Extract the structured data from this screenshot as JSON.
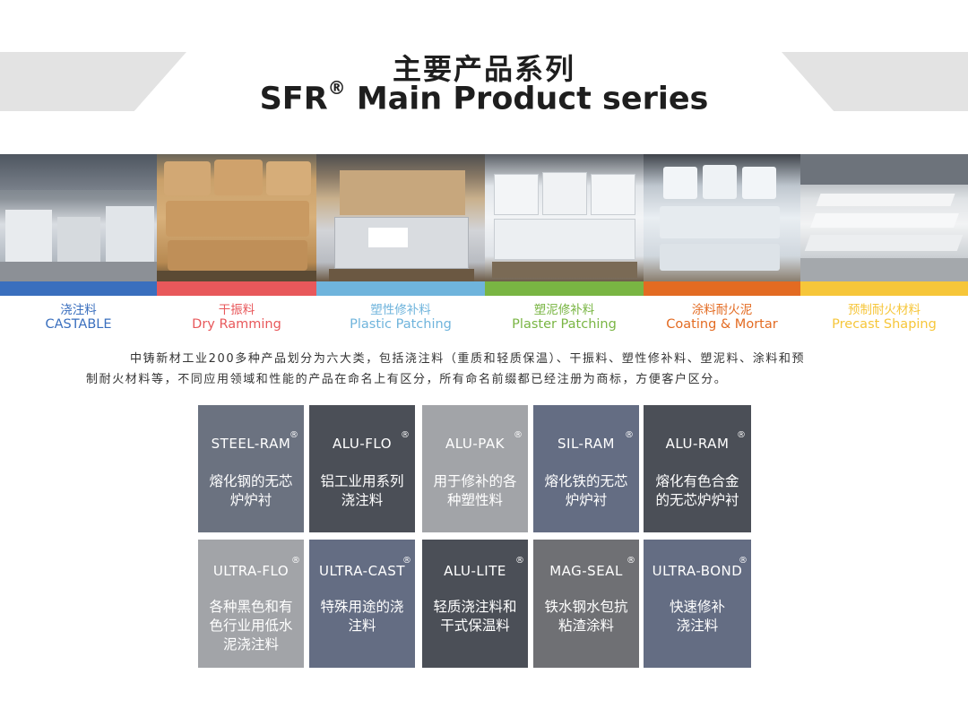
{
  "header": {
    "title_cn": "主要产品系列",
    "title_en_brand": "SFR",
    "title_en_reg": "®",
    "title_en_rest": " Main Product series"
  },
  "categories": [
    {
      "cn": "浇注料",
      "en": "CASTABLE",
      "color": "#3a6fbe"
    },
    {
      "cn": "干振料",
      "en": "Dry Ramming",
      "color": "#e8585b"
    },
    {
      "cn": "塑性修补料",
      "en": "Plastic  Patching",
      "color": "#6fb4dc"
    },
    {
      "cn": "塑泥修补料",
      "en": "Plaster Patching",
      "color": "#79b543"
    },
    {
      "cn": "涂料耐火泥",
      "en": "Coating & Mortar",
      "color": "#e36b22"
    },
    {
      "cn": "预制耐火材料",
      "en": "Precast Shaping",
      "color": "#f6c63a"
    }
  ],
  "description": {
    "line1": "中铸新材工业200多种产品划分为六大类，包括浇注料（重质和轻质保温）、干振料、塑性修补料、塑泥料、涂料和预",
    "line2": "制耐火材料等，不同应用领域和性能的产品在命名上有区分，所有命名前缀都已经注册为商标，方便客户区分。"
  },
  "products": [
    {
      "name": "STEEL-RAM",
      "reg": "®",
      "desc_lines": [
        "熔化钢的无芯",
        "炉炉衬"
      ],
      "color": "#6b7280"
    },
    {
      "name": "ALU-FLO",
      "reg": "®",
      "desc_lines": [
        "铝工业用系列",
        "浇注料"
      ],
      "color": "#4b4f57"
    },
    {
      "name": "ALU-PAK",
      "reg": "®",
      "desc_lines": [
        "用于修补的各",
        "种塑性料"
      ],
      "color": "#a2a4a8"
    },
    {
      "name": "SIL-RAM",
      "reg": "®",
      "desc_lines": [
        "熔化铁的无芯",
        "炉炉衬"
      ],
      "color": "#646d83"
    },
    {
      "name": "ALU-RAM",
      "reg": "®",
      "desc_lines": [
        "熔化有色合金",
        "的无芯炉炉衬"
      ],
      "color": "#4b4f57"
    },
    {
      "name": "ULTRA-FLO",
      "reg": "®",
      "desc_lines": [
        "各种黑色和有",
        "色行业用低水",
        "泥浇注料"
      ],
      "color": "#a2a4a8"
    },
    {
      "name": "ULTRA-CAST",
      "reg": "®",
      "desc_lines": [
        "特殊用途的浇",
        "注料"
      ],
      "color": "#646d83"
    },
    {
      "name": "ALU-LITE",
      "reg": "®",
      "desc_lines": [
        "轻质浇注料和",
        "干式保温料"
      ],
      "color": "#4b4f57"
    },
    {
      "name": "MAG-SEAL",
      "reg": "®",
      "desc_lines": [
        "铁水钢水包抗",
        "粘渣涂料"
      ],
      "color": "#6f7074"
    },
    {
      "name": "ULTRA-BOND",
      "reg": "®",
      "desc_lines": [
        "快速修补",
        "浇注料"
      ],
      "color": "#646d83"
    }
  ]
}
